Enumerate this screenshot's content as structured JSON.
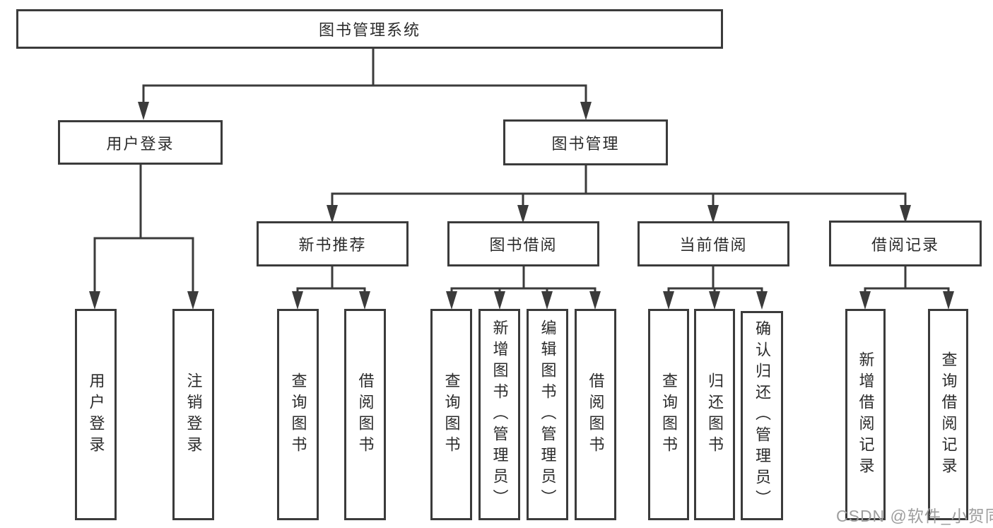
{
  "title": {
    "label": "图书管理系统"
  },
  "level2": {
    "user_login": {
      "label": "用户登录"
    },
    "book_mgmt": {
      "label": "图书管理"
    }
  },
  "level3": {
    "new_books": {
      "label": "新书推荐"
    },
    "book_borrow": {
      "label": "图书借阅"
    },
    "current_borrow": {
      "label": "当前借阅"
    },
    "borrow_records": {
      "label": "借阅记录"
    }
  },
  "leaves": {
    "user_login": [
      "用户登录",
      "注销登录"
    ],
    "new_books": [
      "查询图书",
      "借阅图书"
    ],
    "book_borrow": [
      "查询图书",
      "新增图书（管理员）",
      "编辑图书（管理员）",
      "借阅图书"
    ],
    "current_borrow": [
      "查询图书",
      "归还图书",
      "确认归还（管理员）"
    ],
    "borrow_records": [
      "新增借阅记录",
      "查询借阅记录"
    ]
  },
  "watermark": "CSDN @软件_小贺同学",
  "colors": {
    "line": "#3b3b3b",
    "box_border": "#3b3b3b",
    "text": "#2b2b2b",
    "watermark": "#9e9e9e",
    "background": "#ffffff"
  }
}
